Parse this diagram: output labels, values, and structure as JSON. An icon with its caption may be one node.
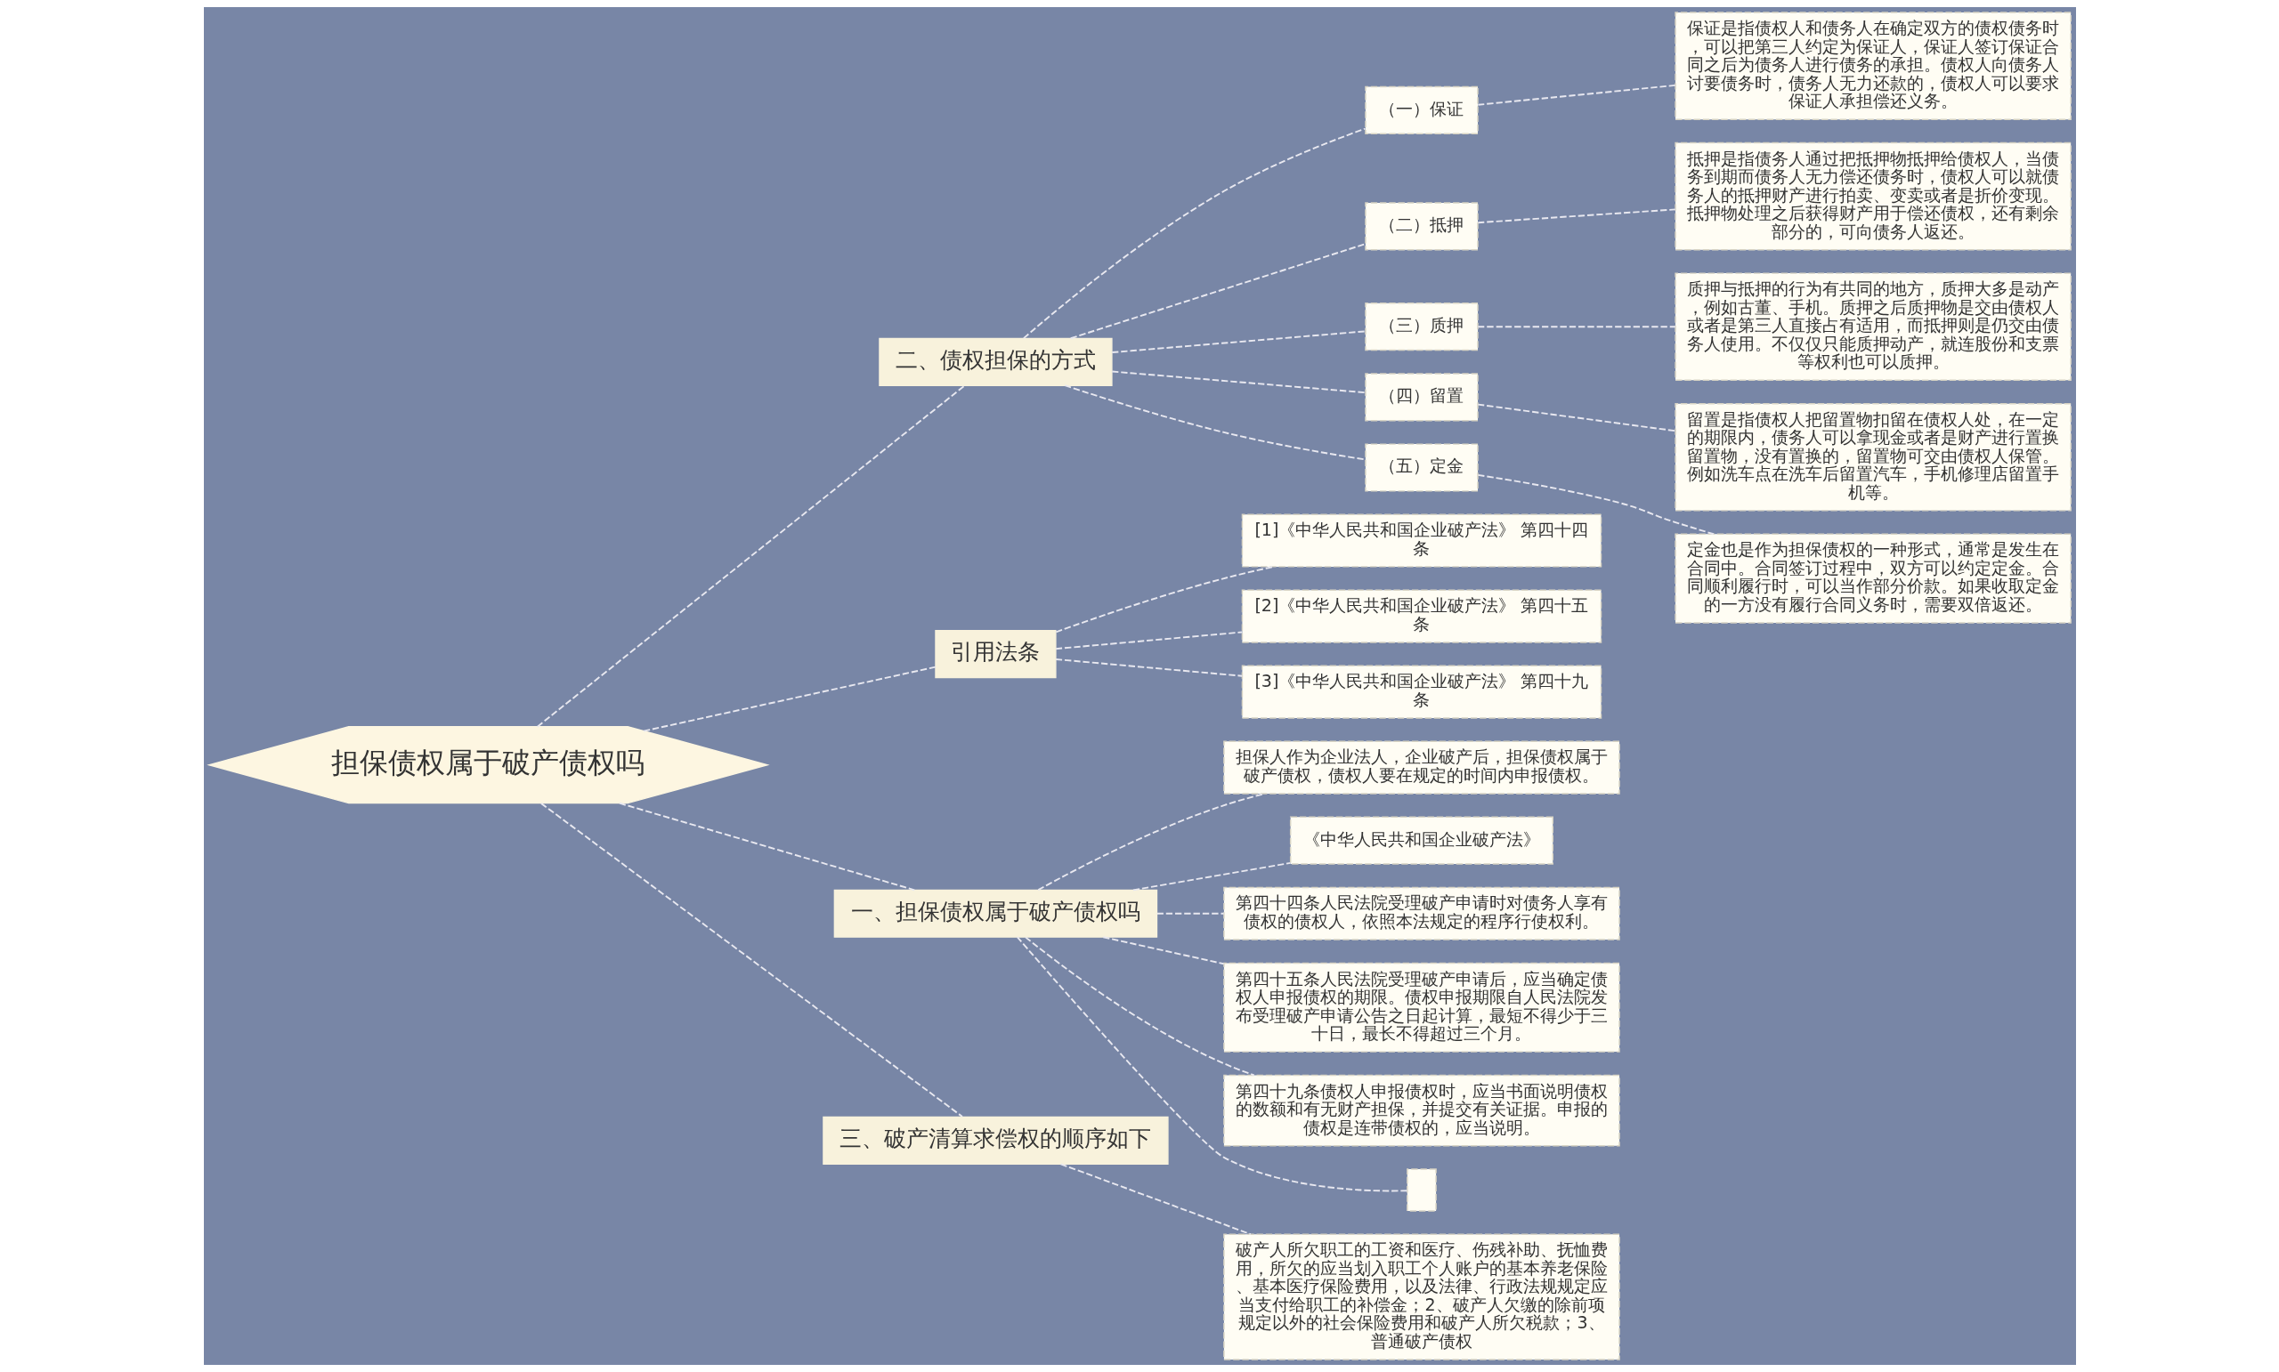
{
  "diagram": {
    "nodes": [
      {
        "text": [
          "担保债权属于破产债权吗"
        ]
      },
      {
        "text": [
          "二、债权担保的方式"
        ]
      },
      {
        "text": [
          "（一）保证"
        ]
      },
      {
        "text": [
          "保证是指债权人和债务人在确定双方的债权债务时，可以把第三人约定为保证人，保证人签订保证合同之后为债务人进行债务的承担。债权人向债务人讨要债务时，债务人无力还款的，债权人可以要求保证人承担偿还义务。"
        ]
      },
      {
        "text": [
          "（二）抵押"
        ]
      },
      {
        "text": [
          "抵押是指债务人通过把抵押物抵押给债权人，当债务到期而债务人无力偿还债务时，债权人可以就债务人的抵押财产进行拍卖、变卖或者是折价变现。抵押物处理之后获得财产用于偿还债权，还有剩余部分的，可向债务人返还。"
        ]
      },
      {
        "text": [
          "（三）质押"
        ]
      },
      {
        "text": [
          "质押与抵押的行为有共同的地方，质押大多是动产，例如古董、手机。质押之后质押物是交由债权人或者是第三人直接占有适用，而抵押则是仍交由债务人使用。不仅仅只能质押动产，就连股份和支票等权利也可以质押。"
        ]
      },
      {
        "text": [
          "（四）留置"
        ]
      },
      {
        "text": [
          "留置是指债权人把留置物扣留在债权人处，在一定的期限内，债务人可以拿现金或者是财产进行置换留置物，没有置换的，留置物可交由债权人保管。例如洗车点在洗车后留置汽车，手机修理店留置手机等。"
        ]
      },
      {
        "text": [
          "（五）定金"
        ]
      },
      {
        "text": [
          "定金也是作为担保债权的一种形式，通常是发生在合同中。合同签订过程中，双方可以约定定金。合同顺利履行时，可以当作部分价款。如果收取定金的一方没有履行合同义务时，需要双倍返还。"
        ]
      },
      {
        "text": [
          "引用法条"
        ]
      },
      {
        "text": [
          "[1]《中华人民共和国企业破产法》 第四十四条"
        ]
      },
      {
        "text": [
          "[2]《中华人民共和国企业破产法》 第四十五条"
        ]
      },
      {
        "text": [
          "[3]《中华人民共和国企业破产法》 第四十九条"
        ]
      },
      {
        "text": [
          "一、担保债权属于破产债权吗"
        ]
      },
      {
        "text": [
          "担保人作为企业法人，企业破产后，担保债权属于破产债权，债权人要在规定的时间内申报债权。"
        ]
      },
      {
        "text": [
          "《中华人民共和国企业破产法》"
        ]
      },
      {
        "text": [
          "第四十四条人民法院受理破产申请时对债务人享有债权的债权人，依照本法规定的程序行使权利。"
        ]
      },
      {
        "text": [
          "第四十五条人民法院受理破产申请后，应当确定债权人申报债权的期限。债权申报期限自人民法院发布受理破产申请公告之日起计算，最短不得少于三十日，最长不得超过三个月。"
        ]
      },
      {
        "text": [
          "第四十九条债权人申报债权时，应当书面说明债权的数额和有无财产担保，并提交有关证据。申报的债权是连带债权的，应当说明。"
        ]
      },
      {
        "text": [],
        "shape": "box"
      },
      {
        "text": [
          "三、破产清算求偿权的顺序如下"
        ]
      },
      {
        "text": [
          "破产人所欠职工的工资和医疗、伤残补助、抚恤费用，所欠的应当划入职工个人账户的基本养老保险、基本医疗保险费用，以及法律、行政法规规定应当支付给职工的补偿金；2、破产人欠缴的除前项规定以外的社会保险费用和破产人所欠税款；3、普通破产债权"
        ]
      }
    ],
    "edges": [
      {
        "from": 0,
        "to": 1,
        "arrow": "none",
        "style": "dashed"
      },
      {
        "from": 1,
        "to": 2,
        "arrow": "none",
        "style": "dashed"
      },
      {
        "from": 2,
        "to": 3,
        "arrow": "none",
        "style": "dashed"
      },
      {
        "from": 1,
        "to": 4,
        "arrow": "none",
        "style": "dashed"
      },
      {
        "from": 4,
        "to": 5,
        "arrow": "none",
        "style": "dashed"
      },
      {
        "from": 1,
        "to": 6,
        "arrow": "none",
        "style": "dashed"
      },
      {
        "from": 6,
        "to": 7,
        "arrow": "none",
        "style": "dashed"
      },
      {
        "from": 1,
        "to": 8,
        "arrow": "none",
        "style": "dashed"
      },
      {
        "from": 8,
        "to": 9,
        "arrow": "none",
        "style": "dashed"
      },
      {
        "from": 1,
        "to": 10,
        "arrow": "none",
        "style": "dashed"
      },
      {
        "from": 10,
        "to": 11,
        "arrow": "none",
        "style": "dashed"
      },
      {
        "from": 0,
        "to": 12,
        "arrow": "none",
        "style": "dashed"
      },
      {
        "from": 12,
        "to": 13,
        "arrow": "none",
        "style": "dashed"
      },
      {
        "from": 12,
        "to": 14,
        "arrow": "none",
        "style": "dashed"
      },
      {
        "from": 12,
        "to": 15,
        "arrow": "none",
        "style": "dashed"
      },
      {
        "from": 0,
        "to": 16,
        "arrow": "none",
        "style": "dashed"
      },
      {
        "from": 16,
        "to": 17,
        "arrow": "none",
        "style": "dashed"
      },
      {
        "from": 16,
        "to": 18,
        "arrow": "none",
        "style": "dashed"
      },
      {
        "from": 16,
        "to": 19,
        "arrow": "none",
        "style": "dashed"
      },
      {
        "from": 16,
        "to": 20,
        "arrow": "none",
        "style": "dashed"
      },
      {
        "from": 16,
        "to": 21,
        "arrow": "none",
        "style": "dashed"
      },
      {
        "from": 16,
        "to": 22,
        "arrow": "none",
        "style": "dashed"
      },
      {
        "from": 0,
        "to": 23,
        "arrow": "none",
        "style": "dashed"
      },
      {
        "from": 23,
        "to": 24,
        "arrow": "none",
        "style": "dashed"
      }
    ]
  }
}
